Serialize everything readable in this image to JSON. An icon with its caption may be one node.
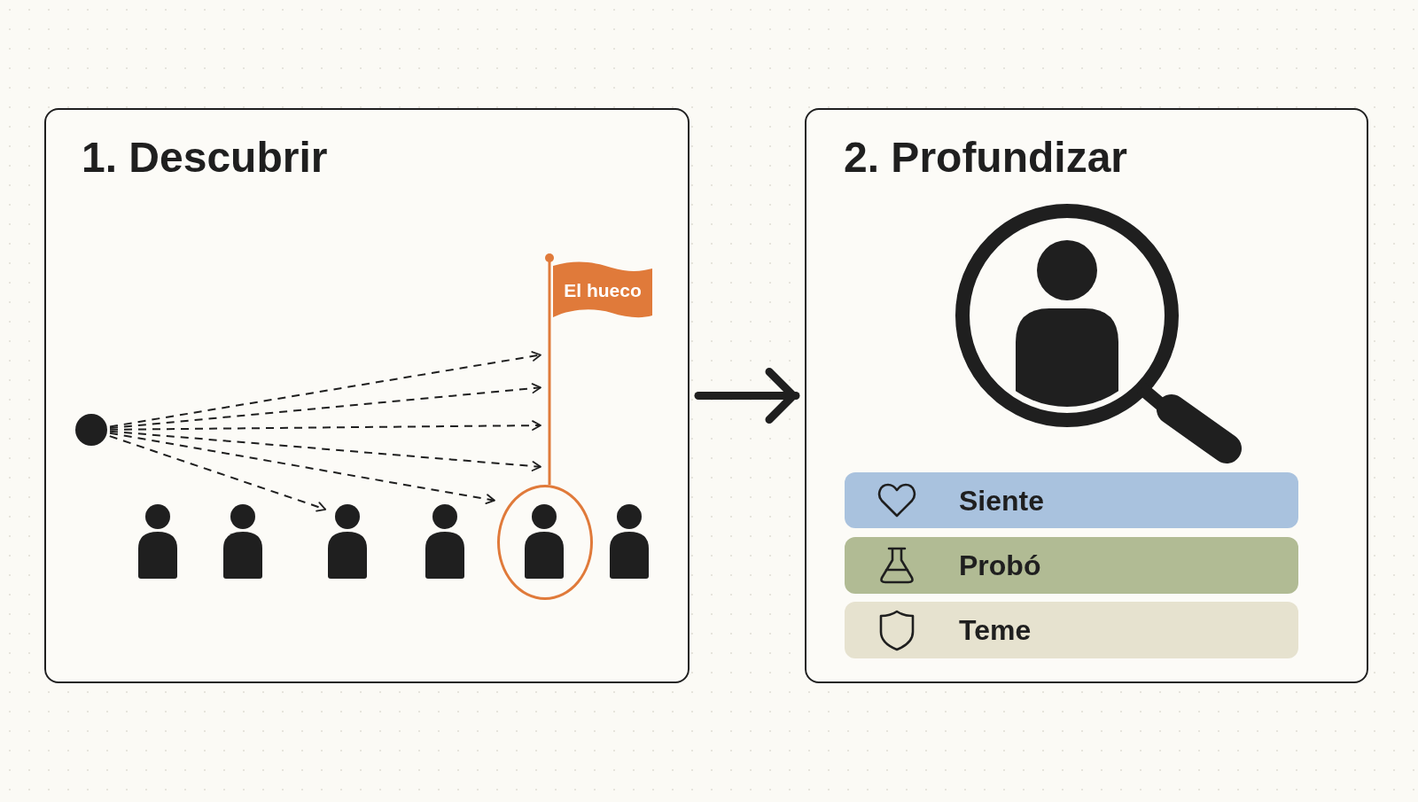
{
  "diagram": {
    "nodes": [
      {
        "text": [
          "1. Descubrir"
        ]
      },
      {
        "text": [],
        "shape": "circle",
        "in": 0
      },
      {
        "text": [
          "El hueco"
        ],
        "in": 0
      },
      {
        "text": [],
        "shape": "person",
        "in": 0
      },
      {
        "text": [],
        "shape": "person",
        "in": 0
      },
      {
        "text": [],
        "shape": "person",
        "in": 0
      },
      {
        "text": [],
        "shape": "person",
        "in": 0
      },
      {
        "text": [],
        "shape": "circle",
        "in": 0
      },
      {
        "text": [],
        "shape": "person",
        "in": 7
      },
      {
        "text": [],
        "shape": "person",
        "in": 0
      },
      {
        "text": [
          "2. Profundizar"
        ]
      },
      {
        "text": [
          "Siente"
        ],
        "in": 10
      },
      {
        "text": [
          "Probó"
        ],
        "in": 10
      },
      {
        "text": [
          "Teme"
        ],
        "in": 10
      }
    ],
    "edges": [
      {
        "from": 1,
        "to": 2,
        "arrow": "to",
        "style": "dashed"
      },
      {
        "from": 1,
        "to": 2,
        "arrow": "to",
        "style": "dashed"
      },
      {
        "from": 1,
        "to": 2,
        "arrow": "to",
        "style": "dashed"
      },
      {
        "from": 1,
        "to": 2,
        "arrow": "to",
        "style": "dashed"
      },
      {
        "from": 1,
        "to": 5,
        "arrow": "to",
        "style": "dashed"
      },
      {
        "from": 1,
        "to": 7,
        "arrow": "to",
        "style": "dashed"
      },
      {
        "from": 0,
        "to": 10,
        "arrow": "to",
        "style": "thick"
      }
    ]
  }
}
